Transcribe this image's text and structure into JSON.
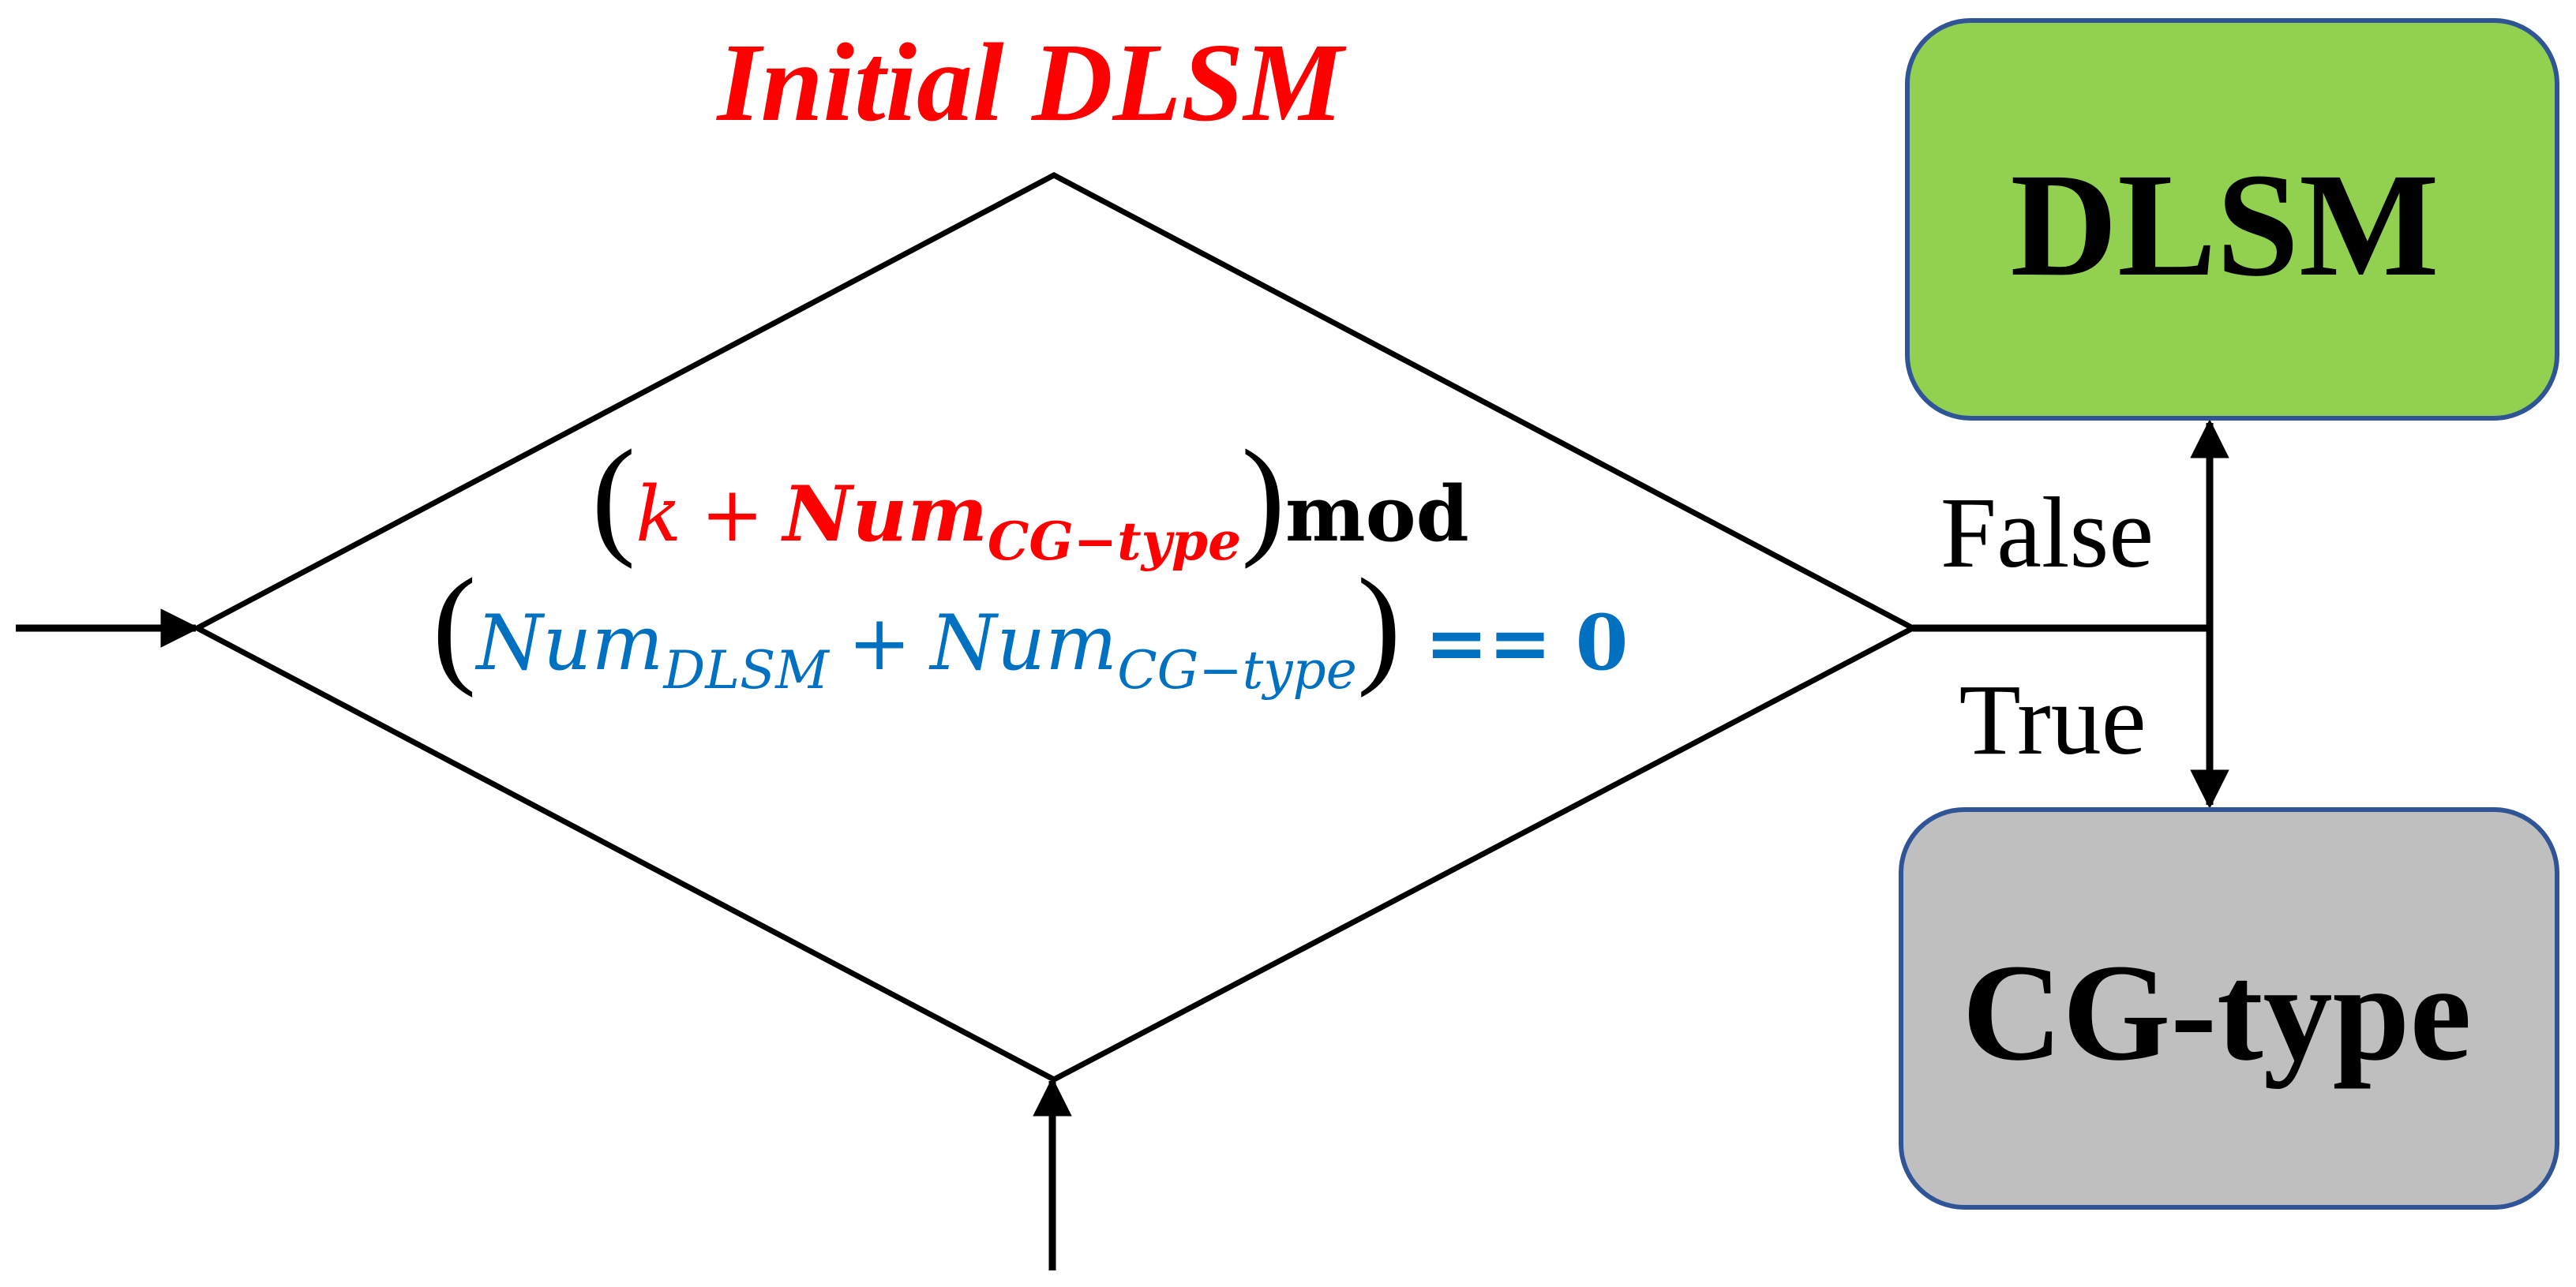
{
  "title": {
    "text": "Initial DLSM",
    "color": "#ff0000"
  },
  "decision": {
    "line1": {
      "var": "k",
      "plus": "+",
      "num": "Num",
      "num_sub": "CG−type",
      "mod": "mod",
      "color": "#ff0000"
    },
    "line2": {
      "num_a": "Num",
      "num_a_sub": "DLSM",
      "plus": "+",
      "num_b": "Num",
      "num_b_sub": "CG−type",
      "eq": "==",
      "zero": "0",
      "color": "#0070c0"
    }
  },
  "branches": {
    "false_label": "False",
    "true_label": "True"
  },
  "boxes": {
    "dlsm": {
      "label": "DLSM",
      "fill": "#92d050",
      "stroke": "#2f5597"
    },
    "cgtype": {
      "label": "CG-type",
      "fill": "#bfbfbf",
      "stroke": "#2f5597"
    }
  }
}
